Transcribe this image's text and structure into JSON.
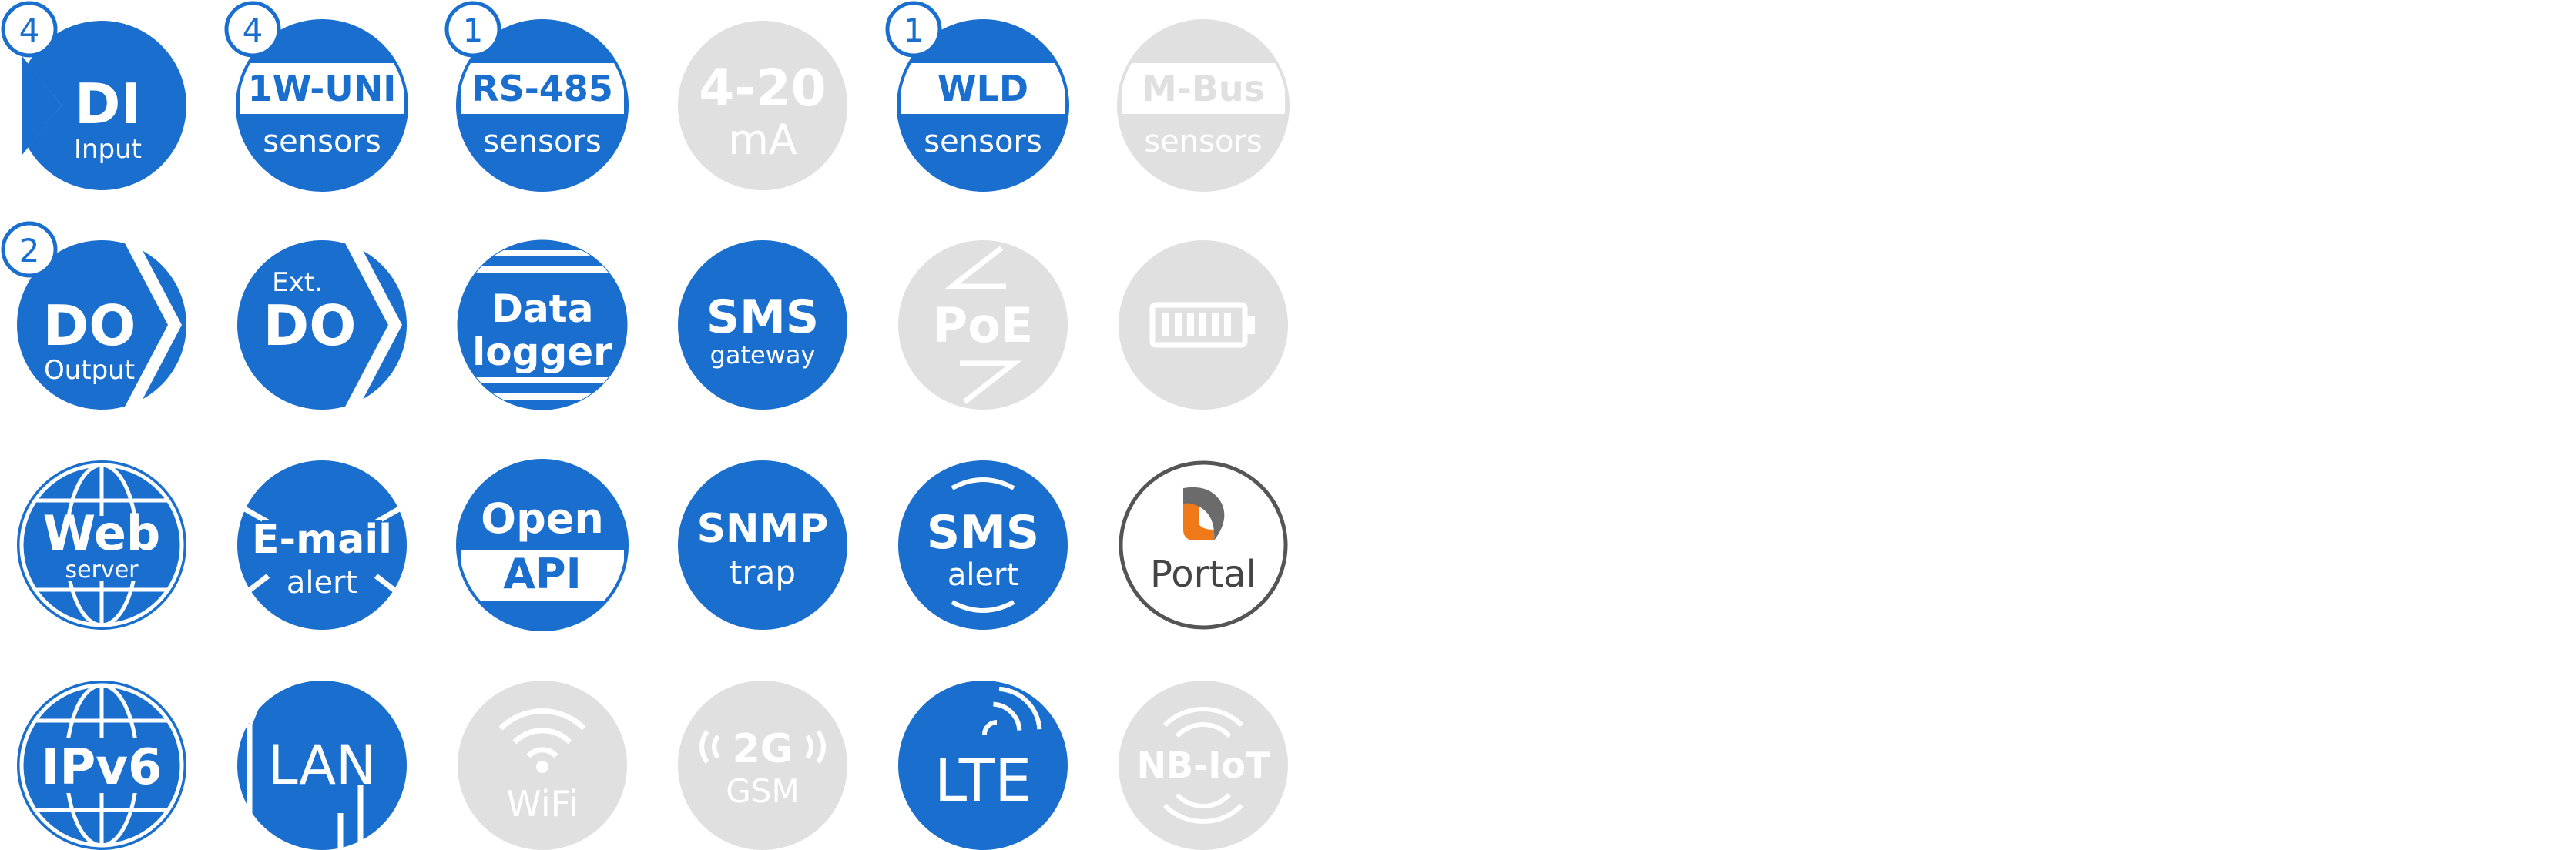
{
  "colors": {
    "active": "#1a6fce",
    "inactive": "#e0e0e0",
    "white": "#ffffff",
    "portal_ring": "#555555",
    "portal_text": "#444444",
    "portal_orange": "#f07a1a",
    "portal_gray": "#6b6b6b"
  },
  "badges": {
    "di": "4",
    "one_wire": "4",
    "rs485": "1",
    "wld": "1",
    "do": "2"
  },
  "icons": {
    "di": {
      "icon": "di-input-icon",
      "title": "DI",
      "subtitle": "Input",
      "state": "active"
    },
    "one_wire": {
      "icon": "1w-uni-sensors-icon",
      "title": "1W-UNI",
      "subtitle": "sensors",
      "state": "active"
    },
    "rs485": {
      "icon": "rs485-sensors-icon",
      "title": "RS-485",
      "subtitle": "sensors",
      "state": "active"
    },
    "current_loop": {
      "icon": "4-20ma-icon",
      "title": "4-20",
      "subtitle": "mA",
      "state": "inactive"
    },
    "wld": {
      "icon": "wld-sensors-icon",
      "title": "WLD",
      "subtitle": "sensors",
      "state": "active"
    },
    "mbus": {
      "icon": "m-bus-sensors-icon",
      "title": "M-Bus",
      "subtitle": "sensors",
      "state": "inactive"
    },
    "do": {
      "icon": "do-output-icon",
      "title": "DO",
      "subtitle": "Output",
      "state": "active"
    },
    "ext_do": {
      "icon": "ext-do-icon",
      "title": "DO",
      "subtitle": "Ext.",
      "state": "active"
    },
    "data_logger": {
      "icon": "data-logger-icon",
      "title": "Data",
      "subtitle": "logger",
      "state": "active"
    },
    "sms_gateway": {
      "icon": "sms-gateway-icon",
      "title": "SMS",
      "subtitle": "gateway",
      "state": "active"
    },
    "poe": {
      "icon": "poe-icon",
      "title": "PoE",
      "state": "inactive"
    },
    "battery": {
      "icon": "battery-icon",
      "state": "inactive"
    },
    "web_server": {
      "icon": "web-server-icon",
      "title": "Web",
      "subtitle": "server",
      "state": "active"
    },
    "email_alert": {
      "icon": "email-alert-icon",
      "title": "E-mail",
      "subtitle": "alert",
      "state": "active"
    },
    "open_api": {
      "icon": "open-api-icon",
      "title": "Open",
      "subtitle": "API",
      "state": "active"
    },
    "snmp_trap": {
      "icon": "snmp-trap-icon",
      "title": "SNMP",
      "subtitle": "trap",
      "state": "active"
    },
    "sms_alert": {
      "icon": "sms-alert-icon",
      "title": "SMS",
      "subtitle": "alert",
      "state": "active"
    },
    "portal": {
      "icon": "portal-logo-icon",
      "title": "Portal",
      "state": "active"
    },
    "ipv6": {
      "icon": "ipv6-icon",
      "title": "IPv6",
      "state": "active"
    },
    "lan": {
      "icon": "lan-icon",
      "title": "LAN",
      "state": "active"
    },
    "wifi": {
      "icon": "wifi-icon",
      "title": "WiFi",
      "state": "inactive"
    },
    "gsm": {
      "icon": "2g-gsm-icon",
      "title": "2G",
      "subtitle": "GSM",
      "state": "inactive"
    },
    "lte": {
      "icon": "lte-icon",
      "title": "LTE",
      "state": "active"
    },
    "nbiot": {
      "icon": "nb-iot-icon",
      "title": "NB-IoT",
      "state": "inactive"
    }
  }
}
